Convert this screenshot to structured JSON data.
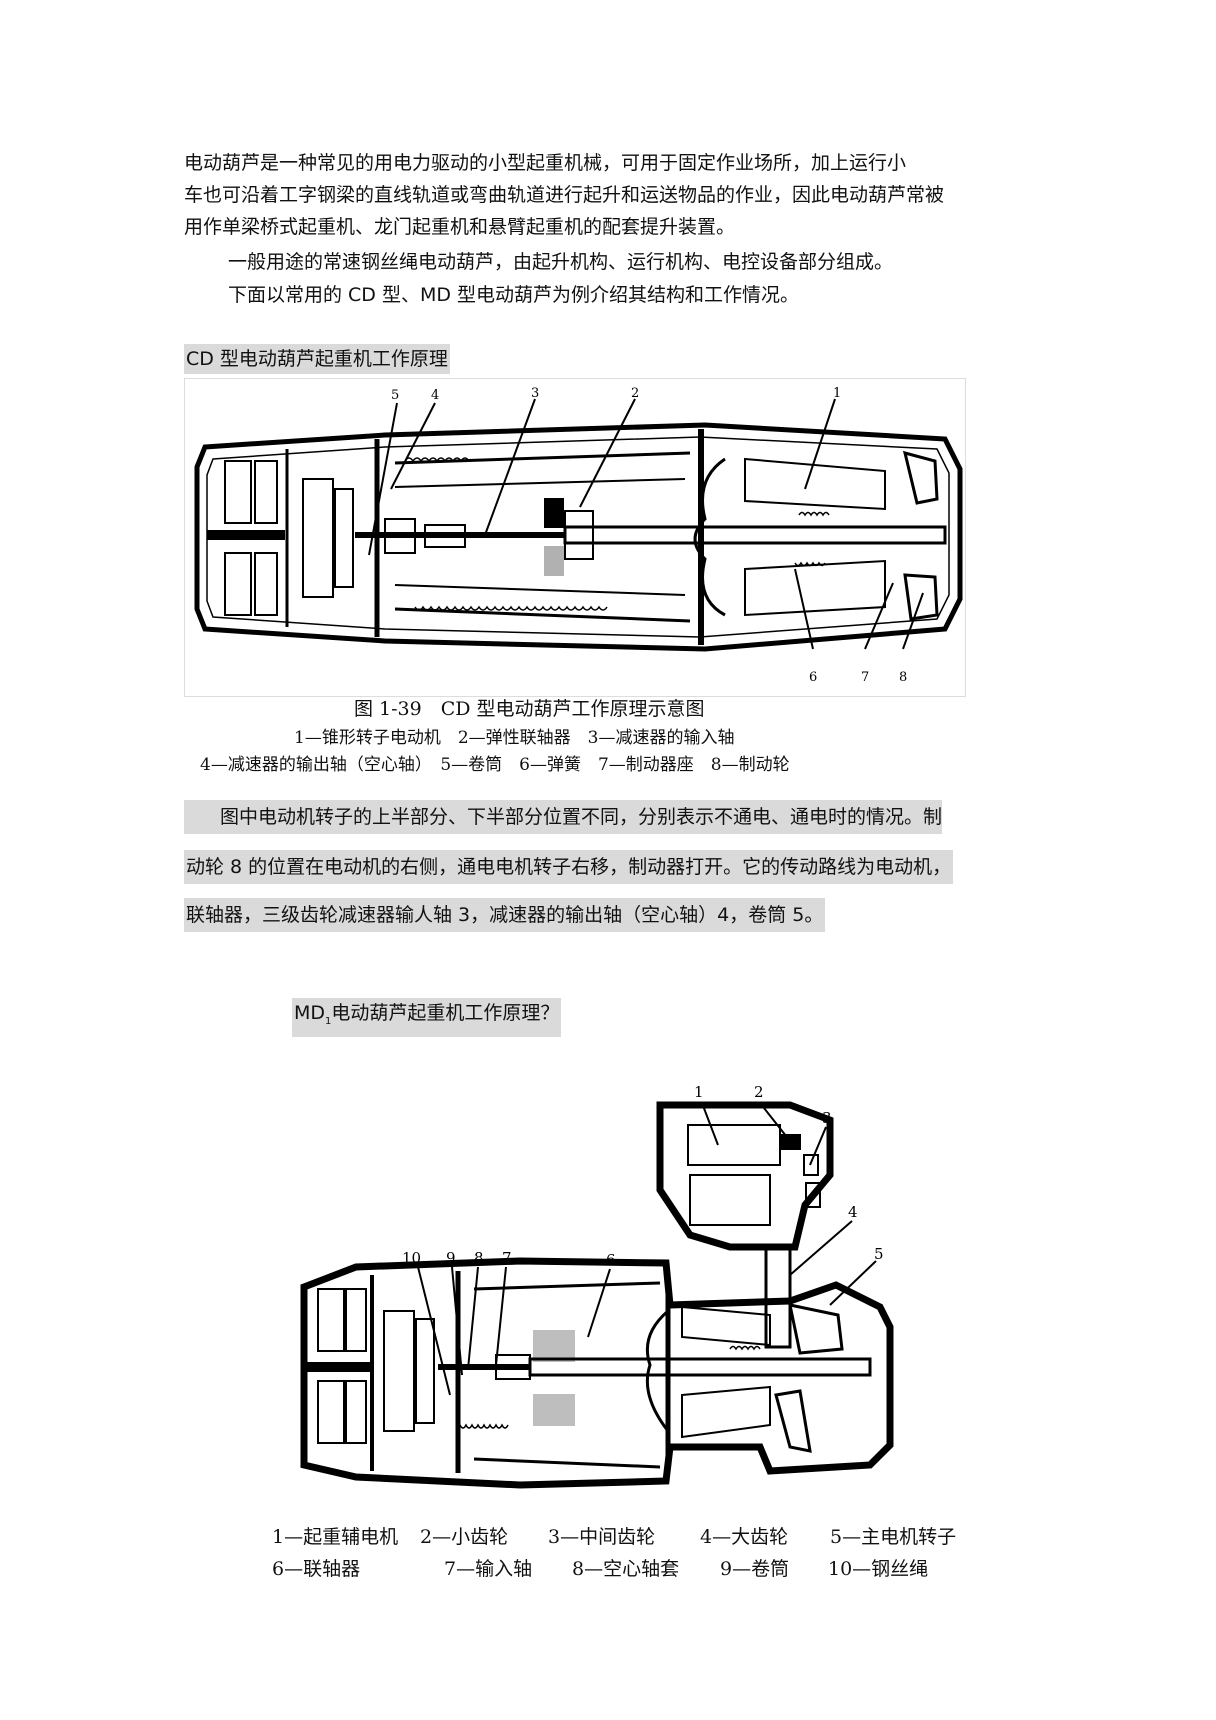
{
  "intro": {
    "line1": "电动葫芦是一种常见的用电力驱动的小型起重机械，可用于固定作业场所，加上运行小",
    "line2": "车也可沿着工字钢梁的直线轨道或弯曲轨道进行起升和运送物品的作业，因此电动葫芦常被",
    "line3": "用作单梁桥式起重机、龙门起重机和悬臂起重机的配套提升装置。",
    "line4": "一般用途的常速钢丝绳电动葫芦，由起升机构、运行机构、电控设备部分组成。",
    "line5": "下面以常用的 CD 型、MD 型电动葫芦为例介绍其结构和工作情况。"
  },
  "cd_section": {
    "heading": "CD 型电动葫芦起重机工作原理",
    "figure_caption": "图 1-39　CD 型电动葫芦工作原理示意图",
    "legend_line1": "1—锥形转子电动机　2—弹性联轴器　3—减速器的输入轴",
    "legend_line2": "4—减速器的输出轴（空心轴）　5—卷筒　6—弹簧　7—制动器座　8—制动轮",
    "callouts": [
      "5",
      "4",
      "3",
      "2",
      "1",
      "6",
      "7",
      "8"
    ],
    "para_line1": "图中电动机转子的上半部分、下半部分位置不同，分别表示不通电、通电时的情况。制",
    "para_line2": "动轮 8 的位置在电动机的右侧，通电电机转子右移，制动器打开。它的传动路线为电动机，",
    "para_line3": "联轴器，三级齿轮减速器输人轴 3，减速器的输出轴（空心轴）4，卷筒 5。"
  },
  "md_section": {
    "heading_prefix": "MD",
    "heading_sub": "1",
    "heading_rest": "电动葫芦起重机工作原理？",
    "callouts": [
      "1",
      "2",
      "3",
      "4",
      "5",
      "10",
      "9",
      "8",
      "7",
      "6"
    ],
    "legend_row1": [
      "1—起重辅电机",
      "2—小齿轮",
      "3—中间齿轮",
      "4—大齿轮",
      "5—主电机转子"
    ],
    "legend_row2": [
      "6—联轴器",
      "7—输入轴",
      "8—空心轴套",
      "9—卷筒",
      "10—钢丝绳"
    ]
  }
}
